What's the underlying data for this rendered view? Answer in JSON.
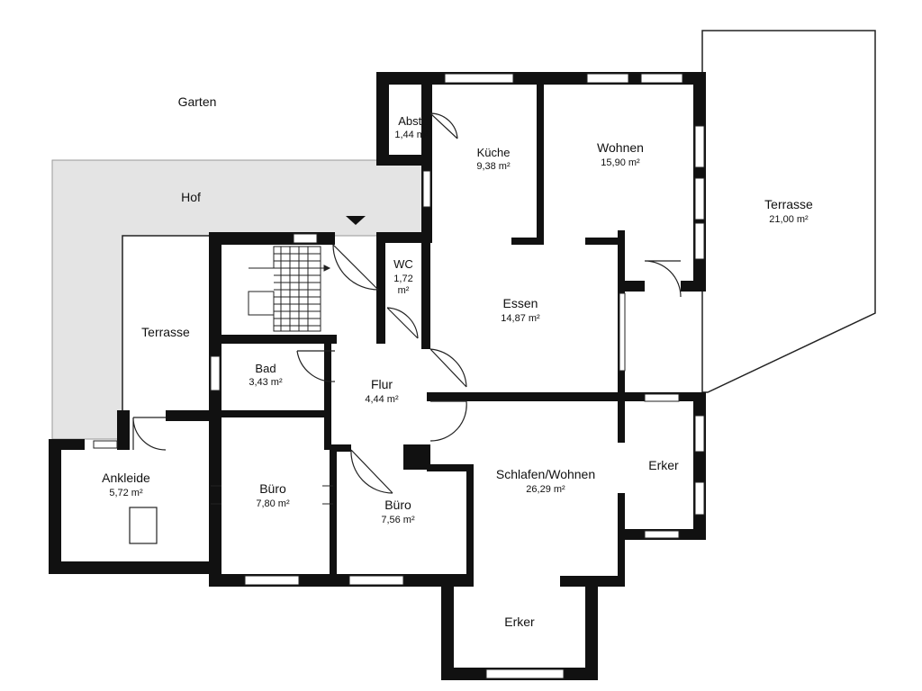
{
  "colors": {
    "wall": "#111111",
    "hof_fill": "#e4e4e4",
    "outline": "#222222",
    "window_fill": "#ffffff",
    "background": "#ffffff"
  },
  "labels": {
    "garten": "Garten",
    "hof": "Hof",
    "terrasse_left": "Terrasse",
    "terrasse_right": {
      "name": "Terrasse",
      "area": "21,00 m²"
    },
    "abst": {
      "name": "Abst.",
      "area": "1,44 m²"
    },
    "kueche": {
      "name": "Küche",
      "area": "9,38 m²"
    },
    "wohnen": {
      "name": "Wohnen",
      "area": "15,90 m²"
    },
    "wc": {
      "name": "WC",
      "area_line1": "1,72",
      "area_line2": "m²"
    },
    "essen": {
      "name": "Essen",
      "area": "14,87 m²"
    },
    "bad": {
      "name": "Bad",
      "area": "3,43 m²"
    },
    "flur": {
      "name": "Flur",
      "area": "4,44 m²"
    },
    "ankleide": {
      "name": "Ankleide",
      "area": "5,72 m²"
    },
    "buero_left": {
      "name": "Büro",
      "area": "7,80 m²"
    },
    "buero_mid": {
      "name": "Büro",
      "area": "7,56 m²"
    },
    "schlafen": {
      "name": "Schlafen/Wohnen",
      "area": "26,29 m²"
    },
    "erker_right": "Erker",
    "erker_bottom": "Erker"
  },
  "icons": {
    "entrance": "entrance-arrow-icon",
    "stairs": "staircase-icon"
  }
}
